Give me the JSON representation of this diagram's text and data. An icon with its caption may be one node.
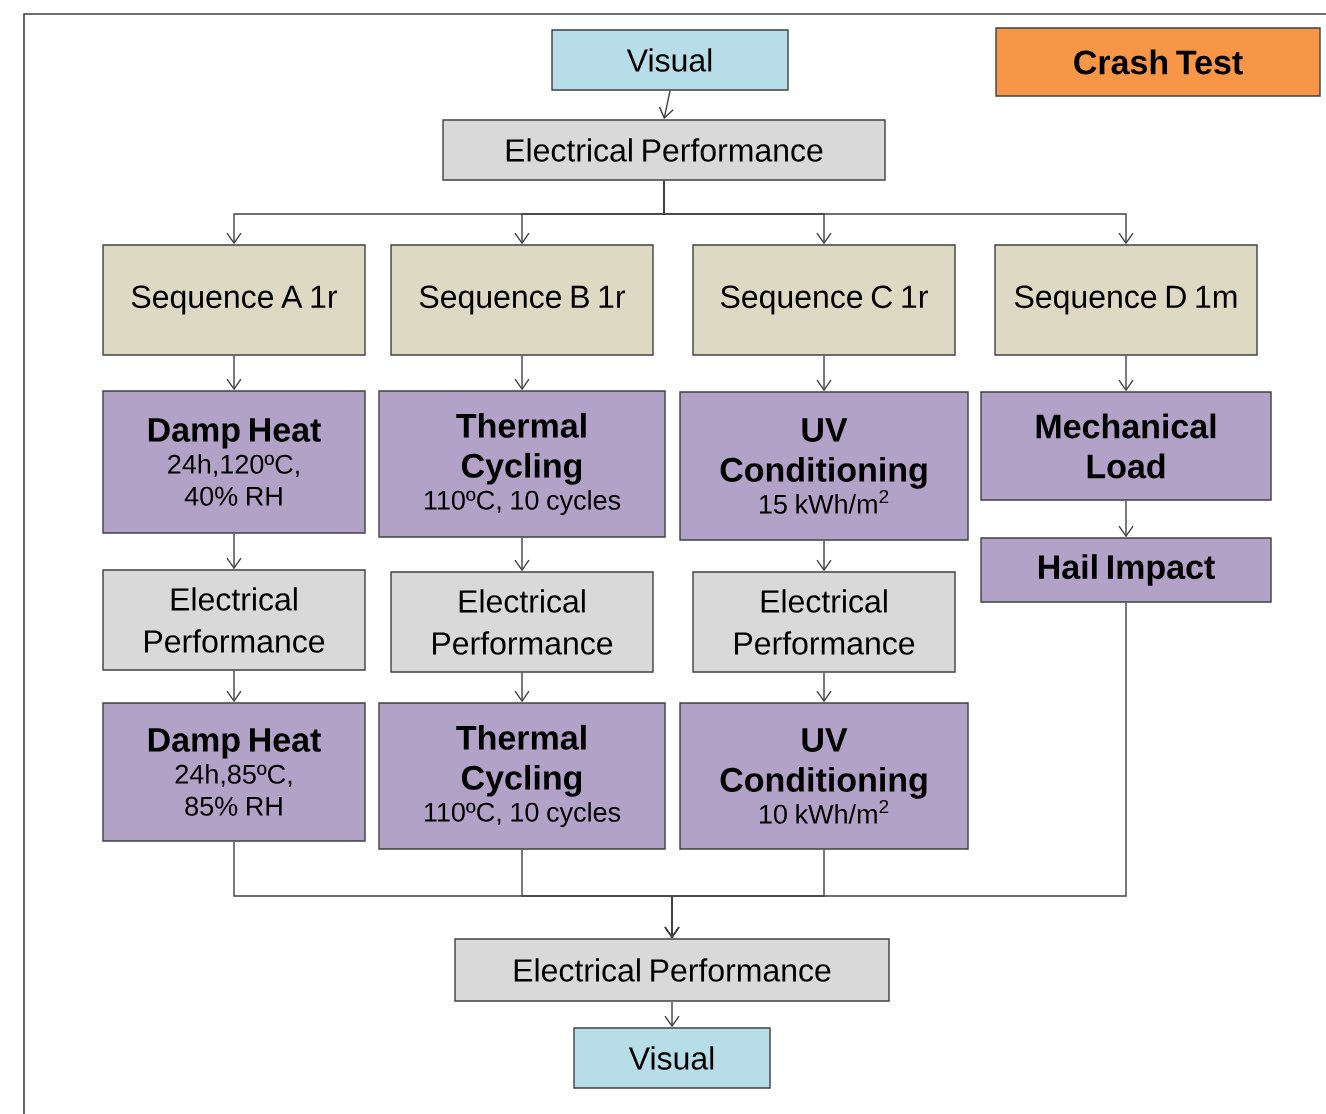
{
  "diagram": {
    "nodes": [
      {
        "text": [
          "Visual"
        ]
      },
      {
        "text": [
          "Crash Test"
        ]
      },
      {
        "text": [
          "Electrical Performance"
        ]
      },
      {
        "text": [
          "Sequence A 1r"
        ]
      },
      {
        "text": [
          "Sequence B 1r"
        ]
      },
      {
        "text": [
          "Sequence C 1r"
        ]
      },
      {
        "text": [
          "Sequence D 1m"
        ]
      },
      {
        "text": [
          "Damp Heat",
          "24h,120ºC, 40% RH"
        ]
      },
      {
        "text": [
          "Thermal Cycling",
          "110ºC, 10 cycles"
        ]
      },
      {
        "text": [
          "UV Conditioning",
          "15 kWh/m$^{2}$"
        ]
      },
      {
        "text": [
          "Mechanical Load"
        ]
      },
      {
        "text": [
          "Electrical Performance"
        ]
      },
      {
        "text": [
          "Electrical Performance"
        ]
      },
      {
        "text": [
          "Electrical Performance"
        ]
      },
      {
        "text": [
          "Hail Impact"
        ]
      },
      {
        "text": [
          "Damp Heat",
          "24h,85ºC, 85% RH"
        ]
      },
      {
        "text": [
          "Thermal Cycling",
          "110ºC, 10 cycles"
        ]
      },
      {
        "text": [
          "UV Conditioning",
          "10 kWh/m$^{2}$"
        ]
      },
      {
        "text": [
          "Electrical Performance"
        ]
      },
      {
        "text": [
          "Visual"
        ]
      }
    ],
    "edges": [
      {
        "from": 0,
        "to": 2,
        "arrow": "to"
      },
      {
        "from": 2,
        "to": 3,
        "arrow": "to"
      },
      {
        "from": 2,
        "to": 4,
        "arrow": "to"
      },
      {
        "from": 2,
        "to": 5,
        "arrow": "to"
      },
      {
        "from": 2,
        "to": 6,
        "arrow": "to"
      },
      {
        "from": 3,
        "to": 7,
        "arrow": "to"
      },
      {
        "from": 4,
        "to": 8,
        "arrow": "to"
      },
      {
        "from": 5,
        "to": 9,
        "arrow": "to"
      },
      {
        "from": 6,
        "to": 10,
        "arrow": "to"
      },
      {
        "from": 7,
        "to": 11,
        "arrow": "to"
      },
      {
        "from": 8,
        "to": 12,
        "arrow": "to"
      },
      {
        "from": 9,
        "to": 13,
        "arrow": "to"
      },
      {
        "from": 10,
        "to": 14,
        "arrow": "to"
      },
      {
        "from": 11,
        "to": 15,
        "arrow": "to"
      },
      {
        "from": 12,
        "to": 16,
        "arrow": "to"
      },
      {
        "from": 13,
        "to": 17,
        "arrow": "to"
      },
      {
        "from": 15,
        "to": 18,
        "arrow": "to"
      },
      {
        "from": 16,
        "to": 18,
        "arrow": "to"
      },
      {
        "from": 17,
        "to": 18,
        "arrow": "to"
      },
      {
        "from": 14,
        "to": 18,
        "arrow": "to"
      },
      {
        "from": 18,
        "to": 19,
        "arrow": "to"
      }
    ]
  }
}
